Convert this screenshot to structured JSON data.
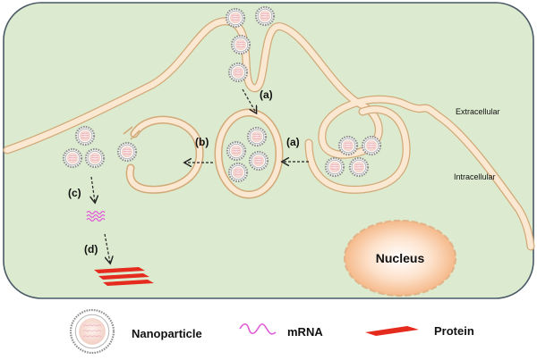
{
  "labels": {
    "extracellular": "Extracellular",
    "intracellular": "Intracellular",
    "nucleus": "Nucleus"
  },
  "steps": {
    "a_top": "(a)",
    "a_side": "(a)",
    "b": "(b)",
    "c": "(c)",
    "d": "(d)"
  },
  "legend": {
    "nanoparticle": "Nanoparticle",
    "mrna": "mRNA",
    "protein": "Protein"
  },
  "colors": {
    "background": "#dcebcf",
    "membrane_fill": "#fbe8d2",
    "membrane_stroke": "#d2a978",
    "nucleus_core": "#ffffff",
    "nucleus_edge": "#f5b98a",
    "protein": "#e52a1e",
    "mrna": "#e05ad8",
    "particle_shell": "#9a9a9a",
    "particle_core": "#f6d8cf"
  }
}
